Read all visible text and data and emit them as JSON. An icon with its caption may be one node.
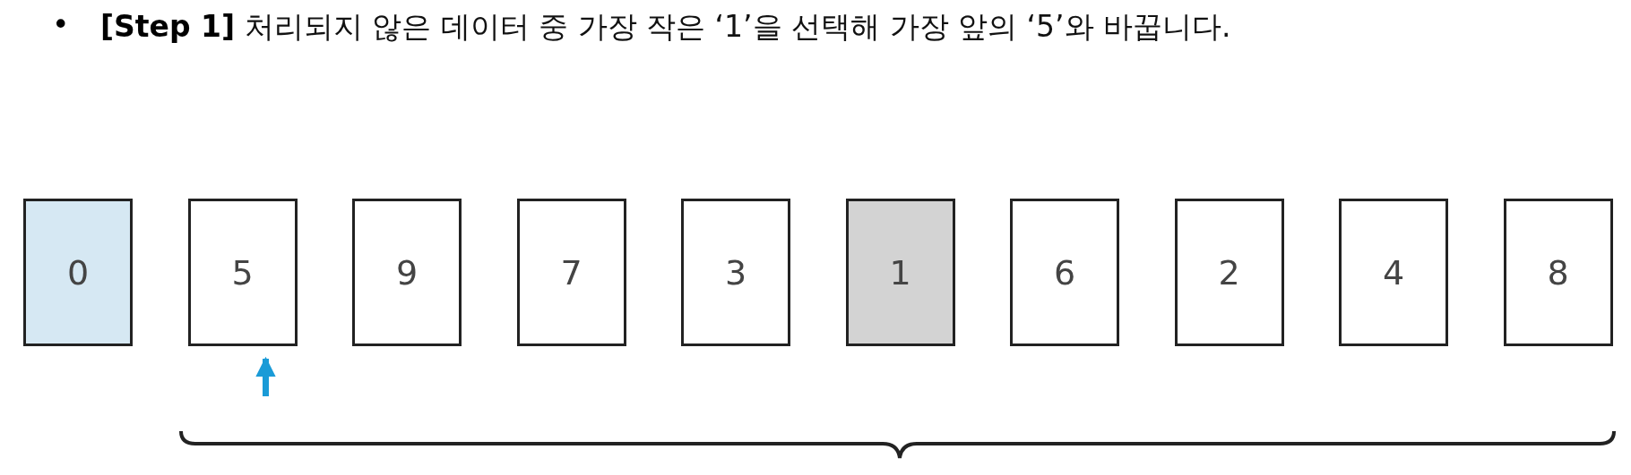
{
  "diagram": {
    "title": "**[Step 1]** 처리되지 않은 데이터 중 가장 작은 ‘1’을 선택해 가장 앞의 ‘5’와 바꿉니다.",
    "nodes": [
      {
        "text": [
          "0"
        ]
      },
      {
        "text": [
          "5"
        ]
      },
      {
        "text": [
          "9"
        ]
      },
      {
        "text": [
          "7"
        ]
      },
      {
        "text": [
          "3"
        ]
      },
      {
        "text": [
          "1"
        ]
      },
      {
        "text": [
          "6"
        ]
      },
      {
        "text": [
          "2"
        ]
      },
      {
        "text": [
          "4"
        ]
      },
      {
        "text": [
          "8"
        ]
      }
    ],
    "edges": [
      {
        "from": null,
        "to": 1,
        "arrow": "to"
      }
    ],
    "labels": [
      "•"
    ]
  }
}
